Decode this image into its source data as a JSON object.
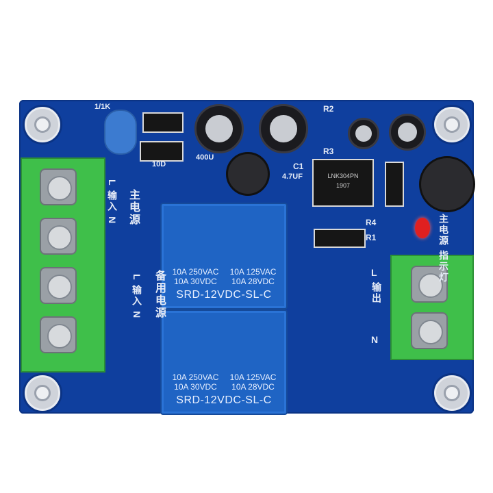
{
  "relays": [
    {
      "spec_left": "10A 250VAC\n10A 30VDC",
      "spec_right": "10A 125VAC\n10A 28VDC",
      "model": "SRD-12VDC-SL-C"
    },
    {
      "spec_left": "10A 250VAC\n10A 30VDC",
      "spec_right": "10A 125VAC\n10A 28VDC",
      "model": "SRD-12VDC-SL-C"
    }
  ],
  "silkscreen": {
    "main_power": "主电源",
    "input_main": "L 输入 N",
    "backup_power": "备用电源",
    "input_backup": "L 输入 N",
    "main_indicator": "主电源 指示灯",
    "output_L": "L",
    "output_chars": "输出",
    "output_N": "N",
    "r2": "R2",
    "r3": "R3",
    "r4": "R4",
    "r1": "R1",
    "c1": "C1",
    "cap_value": "4.7UF",
    "cap_400": "400U",
    "res_1k": "1/1K",
    "d10": "10D",
    "chip": "LNK304PN\n1907"
  },
  "colors": {
    "board": "#0f3f9e",
    "relay": "#1f64c4",
    "terminal": "#3fbf4a",
    "led": "#e02020"
  }
}
